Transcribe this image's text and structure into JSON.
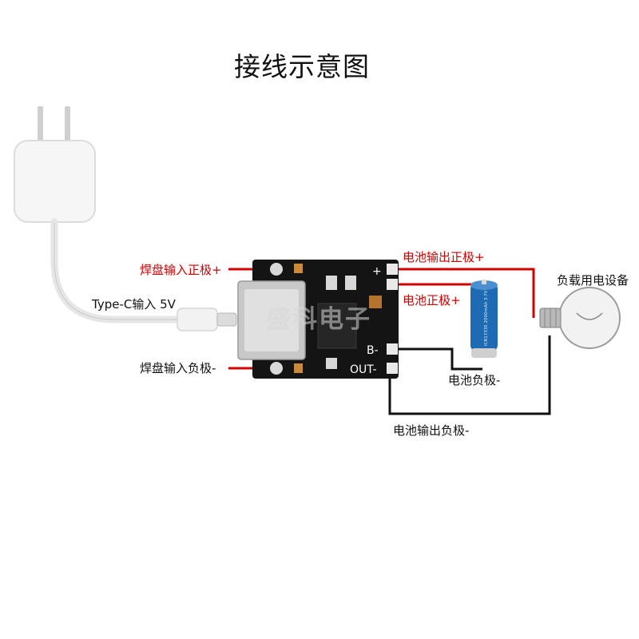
{
  "title": "接线示意图",
  "labels": {
    "pad_in_pos": "焊盘输入正极+",
    "pad_in_neg": "焊盘输入负极-",
    "typec_in": "Type-C输入 5V",
    "bat_out_pos": "电池输出正极+",
    "bat_pos": "电池正极+",
    "bat_neg": "电池负极-",
    "bat_out_neg": "电池输出负极-",
    "load": "负载用电设备"
  },
  "board": {
    "pin_plus": "+",
    "pin_bminus": "B-",
    "pin_outminus": "OUT-"
  },
  "watermark": "盛科电子",
  "battery_print": "ICR17335 2000mAh 3.7V",
  "colors": {
    "positive_wire": "#d40000",
    "negative_wire": "#111111",
    "pcb": "#141414",
    "battery": "#1f6bb3",
    "adapter": "#f4f4f4"
  }
}
